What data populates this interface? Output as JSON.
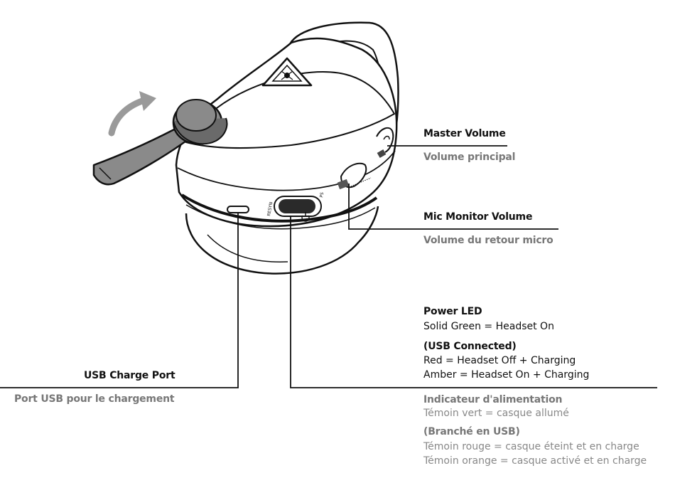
{
  "callouts": {
    "master_volume": {
      "en": "Master Volume",
      "fr": "Volume principal"
    },
    "mic_monitor_volume": {
      "en": "Mic Monitor Volume",
      "fr": "Volume du retour micro"
    },
    "power_led": {
      "en_title": "Power LED",
      "en_line1": "Solid Green = Headset On",
      "en_subtitle": "(USB Connected)",
      "en_line2": "Red = Headset Off + Charging",
      "en_line3": "Amber = Headset On + Charging",
      "fr_title": "Indicateur d'alimentation",
      "fr_line1": "Témoin vert = casque allumé",
      "fr_subtitle": "(Branché en USB)",
      "fr_line2": "Témoin rouge = casque éteint et en charge",
      "fr_line3": "Témoin orange = casque activé et en charge"
    },
    "usb_charge_port": {
      "en": "USB Charge Port",
      "fr": "Port USB pour le chargement"
    }
  },
  "device": {
    "switch_labels": {
      "left": "RESYN",
      "right": "PS"
    }
  },
  "colors": {
    "line": "#111111",
    "english_text": "#111111",
    "french_text": "#888888",
    "boom_grey": "#8a8a8a",
    "arrow_grey": "#9a9a9a",
    "switch_dark": "#2a2a2a"
  },
  "icons": [
    "rotation-arrow-icon",
    "warning-triangle-logo-icon",
    "power-icon"
  ]
}
